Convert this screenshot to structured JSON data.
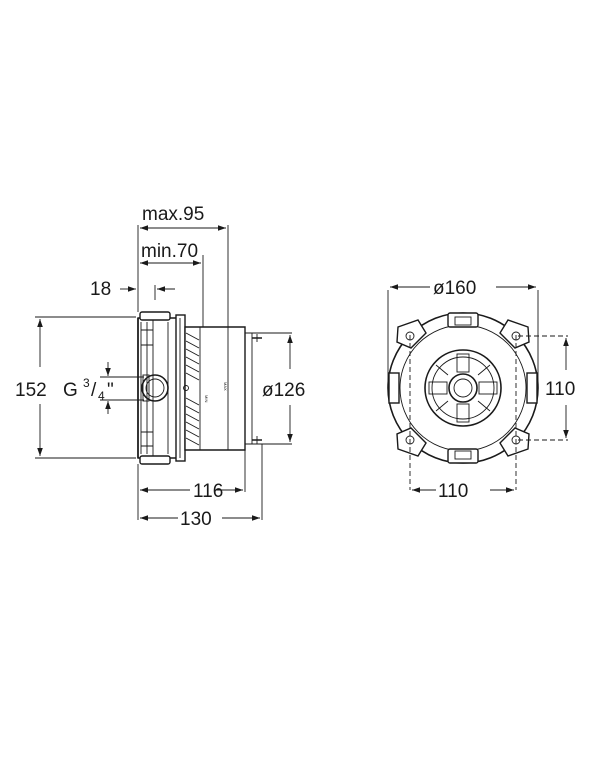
{
  "side_view": {
    "dims": {
      "max95": "max.95",
      "min70": "min.70",
      "d18": "18",
      "h152": "152",
      "thread": "G",
      "thread_num": "3",
      "thread_slash": "/",
      "thread_den": "4",
      "thread_inch": "\"",
      "dia126": "ø126",
      "d116": "116",
      "d130": "130"
    },
    "marks": {
      "max": "MAX",
      "min": "MIN"
    }
  },
  "front_view": {
    "dims": {
      "dia160": "ø160",
      "h110": "110",
      "w110": "110"
    }
  }
}
